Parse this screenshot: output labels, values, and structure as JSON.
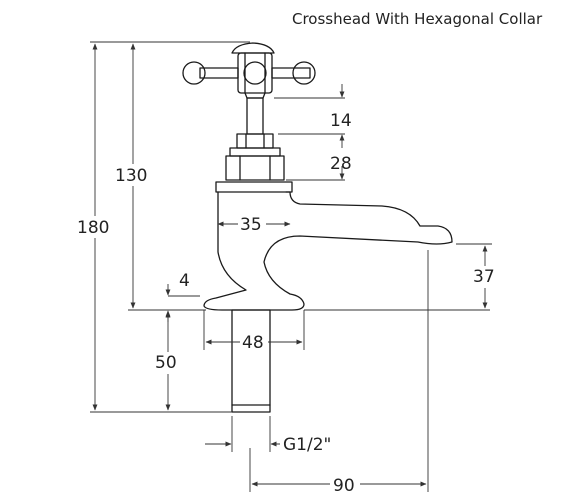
{
  "title": "Crosshead With Hexagonal Collar",
  "dimensions": {
    "overall_height": "180",
    "body_height": "130",
    "spindle": "14",
    "collar": "28",
    "body_width": "35",
    "base_thickness": "4",
    "spout_height": "37",
    "base_width": "48",
    "tail_length": "50",
    "thread": "G1/2\"",
    "projection": "90"
  }
}
